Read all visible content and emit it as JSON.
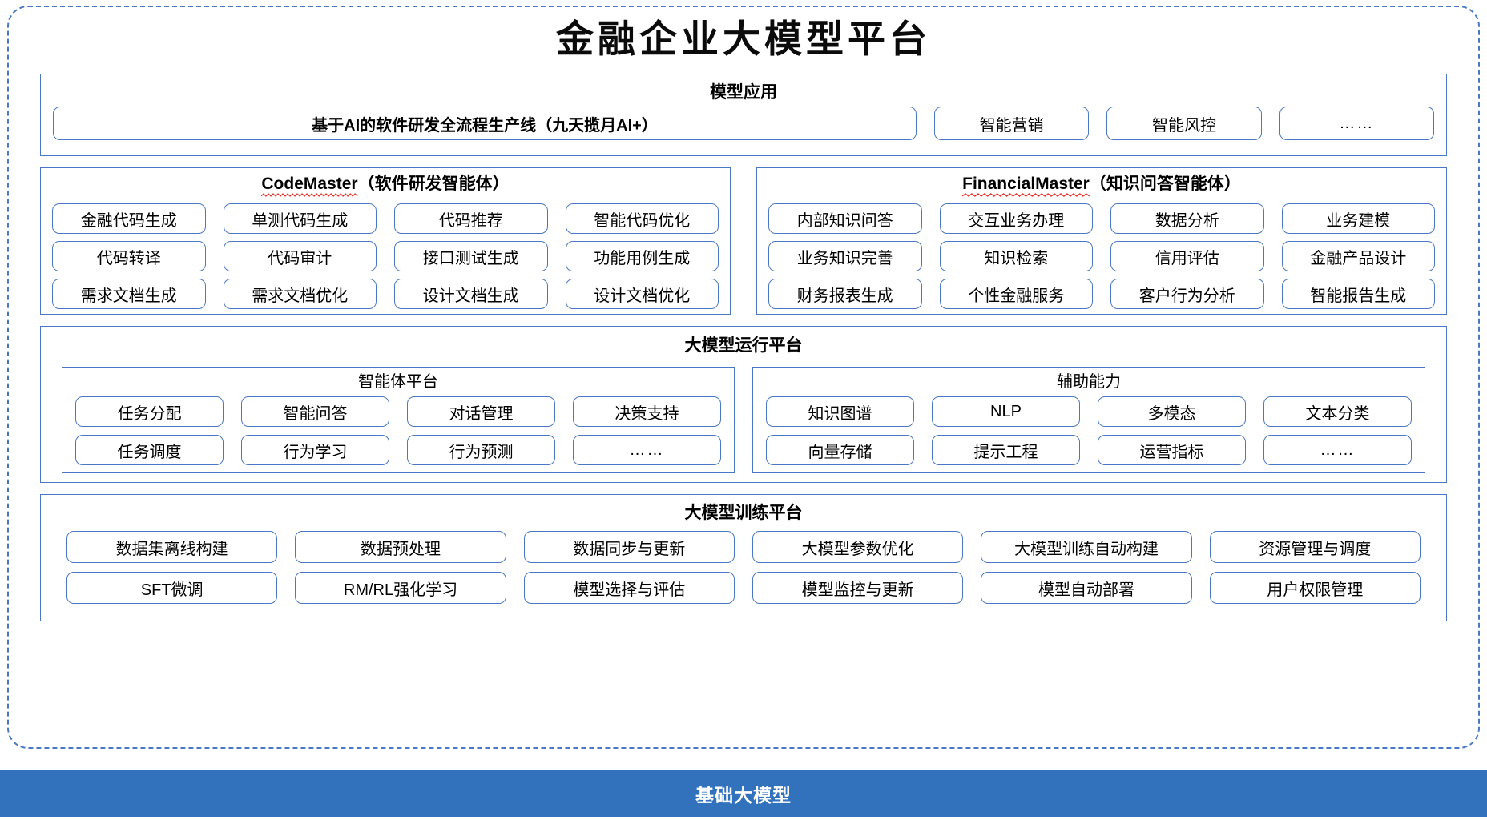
{
  "page": {
    "title": "金融企业大模型平台",
    "accent_color": "#4a78c4",
    "base_bar_color": "#3272bd"
  },
  "model_application": {
    "title": "模型应用",
    "primary": "基于AI的软件研发全流程生产线（九天揽月AI+）",
    "items": [
      "智能营销",
      "智能风控",
      "……"
    ]
  },
  "code_master": {
    "name": "CodeMaster",
    "suffix": "（软件研发智能体）",
    "rows": [
      [
        "金融代码生成",
        "单测代码生成",
        "代码推荐",
        "智能代码优化"
      ],
      [
        "代码转译",
        "代码审计",
        "接口测试生成",
        "功能用例生成"
      ],
      [
        "需求文档生成",
        "需求文档优化",
        "设计文档生成",
        "设计文档优化"
      ]
    ]
  },
  "financial_master": {
    "name": "FinancialMaster",
    "suffix": "（知识问答智能体）",
    "rows": [
      [
        "内部知识问答",
        "交互业务办理",
        "数据分析",
        "业务建模"
      ],
      [
        "业务知识完善",
        "知识检索",
        "信用评估",
        "金融产品设计"
      ],
      [
        "财务报表生成",
        "个性金融服务",
        "客户行为分析",
        "智能报告生成"
      ]
    ]
  },
  "runtime_platform": {
    "title": "大模型运行平台",
    "agent_platform": {
      "title": "智能体平台",
      "rows": [
        [
          "任务分配",
          "智能问答",
          "对话管理",
          "决策支持"
        ],
        [
          "任务调度",
          "行为学习",
          "行为预测",
          "……"
        ]
      ]
    },
    "auxiliary": {
      "title": "辅助能力",
      "rows": [
        [
          "知识图谱",
          "NLP",
          "多模态",
          "文本分类"
        ],
        [
          "向量存储",
          "提示工程",
          "运营指标",
          "……"
        ]
      ]
    }
  },
  "training_platform": {
    "title": "大模型训练平台",
    "rows": [
      [
        "数据集离线构建",
        "数据预处理",
        "数据同步与更新",
        "大模型参数优化",
        "大模型训练自动构建",
        "资源管理与调度"
      ],
      [
        "SFT微调",
        "RM/RL强化学习",
        "模型选择与评估",
        "模型监控与更新",
        "模型自动部署",
        "用户权限管理"
      ]
    ]
  },
  "base_model": {
    "label": "基础大模型"
  }
}
